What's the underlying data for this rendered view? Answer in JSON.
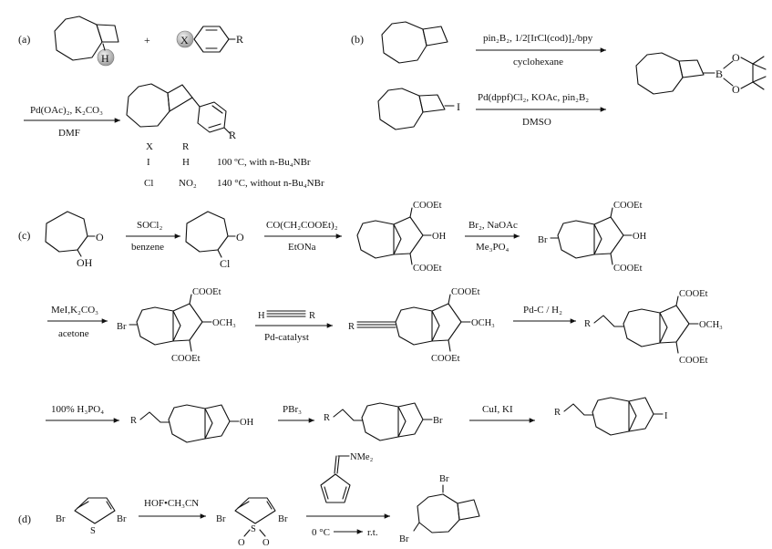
{
  "parts": {
    "a": "(a)",
    "b": "(b)",
    "c": "(c)",
    "d": "(d)"
  },
  "a": {
    "plus": "+",
    "atom_H": "H",
    "atom_X": "X",
    "atom_R": "R",
    "atom_R_product": "R",
    "cond_top": "Pd(OAc)₂, K₂CO₃",
    "cond_bottom": "DMF",
    "table_head": [
      "X",
      "R"
    ],
    "table_rows": [
      {
        "x": "I",
        "r": "H",
        "cond": "100 ºC, with n-Bu₄NBr"
      },
      {
        "x": "Cl",
        "r": "NO₂",
        "cond": "140 °C, without n-Bu₄NBr"
      }
    ]
  },
  "b": {
    "cond1_top": "pin₂B₂, 1/2[IrCl(cod)]₂/bpy",
    "cond1_bottom": "cyclohexane",
    "cond2_top": "Pd(dppf)Cl₂, KOAc, pin₂B₂",
    "cond2_bottom": "DMSO",
    "atom_I": "I",
    "atom_B": "B",
    "atom_O1": "O",
    "atom_O2": "O"
  },
  "c": {
    "step1_top": "SOCl₂",
    "step1_bottom": "benzene",
    "step2_top": "CO(CH₂COOEt)₂",
    "step2_bottom": "EtONa",
    "step3_top": "Br₂, NaOAc",
    "step3_bottom": "Me₃PO₄",
    "step4_top": "MeI,K₂CO₃",
    "step4_bottom": "acetone",
    "step5_top_H": "H",
    "step5_top_R": "R",
    "step5_bottom": "Pd-catalyst",
    "step6_top": "Pd-C / H₂",
    "step7_top": "100% H₃PO₄",
    "step8_top": "PBr₃",
    "step9_top": "CuI, KI",
    "O": "O",
    "OH": "OH",
    "Cl": "Cl",
    "COOEt": "COOEt",
    "OCH3": "OCH₃",
    "Br": "Br",
    "R": "R",
    "I": "I"
  },
  "d": {
    "step1_top": "HOF•CH₃CN",
    "step2_temp1": "0 °C",
    "step2_temp2": "r.t.",
    "NMe2": "NMe₂",
    "Br": "Br",
    "S": "S",
    "O": "O"
  }
}
